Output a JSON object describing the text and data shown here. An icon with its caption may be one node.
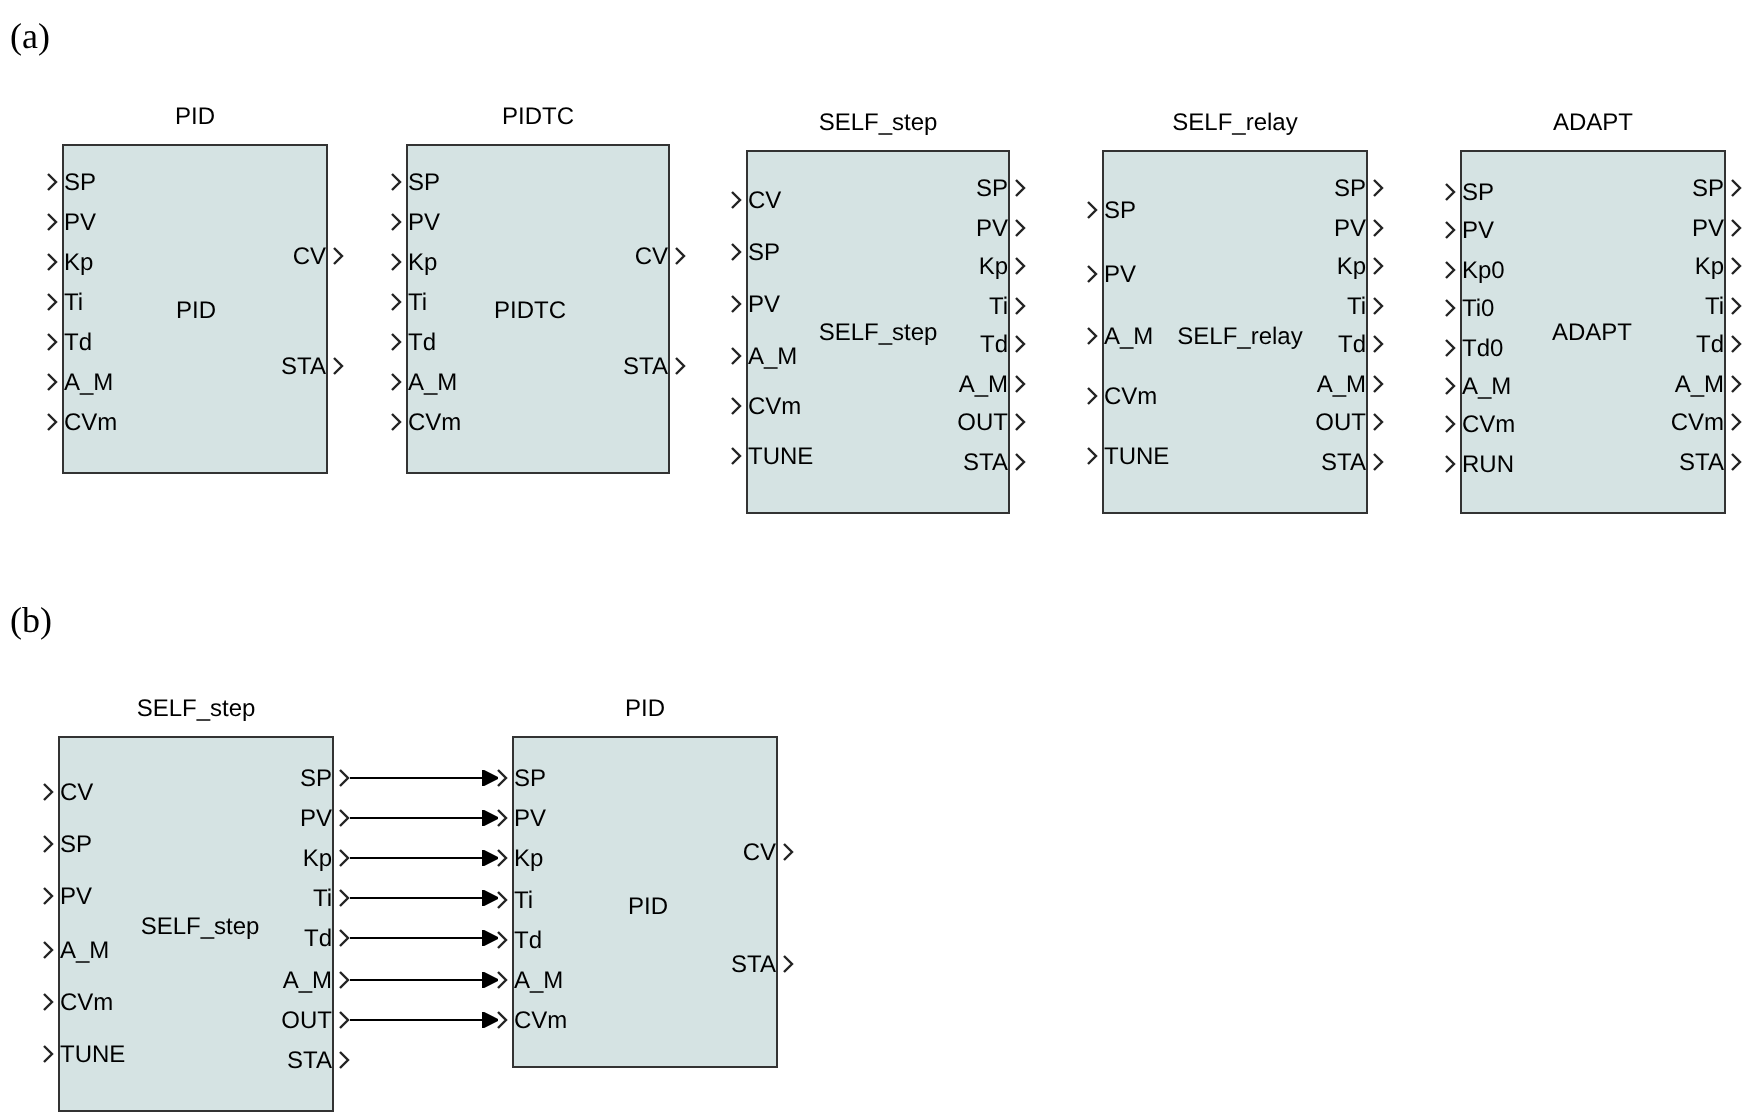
{
  "diagram": {
    "nodes": [
      {
        "text": [
          "PID",
          "PID"
        ]
      },
      {
        "text": [
          "SP"
        ],
        "in": 0
      },
      {
        "text": [
          "PV"
        ],
        "in": 0
      },
      {
        "text": [
          "Kp"
        ],
        "in": 0
      },
      {
        "text": [
          "Ti"
        ],
        "in": 0
      },
      {
        "text": [
          "Td"
        ],
        "in": 0
      },
      {
        "text": [
          "A_M"
        ],
        "in": 0
      },
      {
        "text": [
          "CVm"
        ],
        "in": 0
      },
      {
        "text": [
          "CV"
        ],
        "in": 0
      },
      {
        "text": [
          "STA"
        ],
        "in": 0
      },
      {
        "text": [
          "PIDTC",
          "PIDTC"
        ]
      },
      {
        "text": [
          "SP"
        ],
        "in": 10
      },
      {
        "text": [
          "PV"
        ],
        "in": 10
      },
      {
        "text": [
          "Kp"
        ],
        "in": 10
      },
      {
        "text": [
          "Ti"
        ],
        "in": 10
      },
      {
        "text": [
          "Td"
        ],
        "in": 10
      },
      {
        "text": [
          "A_M"
        ],
        "in": 10
      },
      {
        "text": [
          "CVm"
        ],
        "in": 10
      },
      {
        "text": [
          "CV"
        ],
        "in": 10
      },
      {
        "text": [
          "STA"
        ],
        "in": 10
      },
      {
        "text": [
          "SELF_step",
          "SELF_step"
        ]
      },
      {
        "text": [
          "CV"
        ],
        "in": 20
      },
      {
        "text": [
          "SP"
        ],
        "in": 20
      },
      {
        "text": [
          "PV"
        ],
        "in": 20
      },
      {
        "text": [
          "A_M"
        ],
        "in": 20
      },
      {
        "text": [
          "CVm"
        ],
        "in": 20
      },
      {
        "text": [
          "TUNE"
        ],
        "in": 20
      },
      {
        "text": [
          "SP"
        ],
        "in": 20
      },
      {
        "text": [
          "PV"
        ],
        "in": 20
      },
      {
        "text": [
          "Kp"
        ],
        "in": 20
      },
      {
        "text": [
          "Ti"
        ],
        "in": 20
      },
      {
        "text": [
          "Td"
        ],
        "in": 20
      },
      {
        "text": [
          "A_M"
        ],
        "in": 20
      },
      {
        "text": [
          "OUT"
        ],
        "in": 20
      },
      {
        "text": [
          "STA"
        ],
        "in": 20
      },
      {
        "text": [
          "SELF_relay",
          "SELF_relay"
        ]
      },
      {
        "text": [
          "SP"
        ],
        "in": 35
      },
      {
        "text": [
          "PV"
        ],
        "in": 35
      },
      {
        "text": [
          "A_M"
        ],
        "in": 35
      },
      {
        "text": [
          "CVm"
        ],
        "in": 35
      },
      {
        "text": [
          "TUNE"
        ],
        "in": 35
      },
      {
        "text": [
          "SP"
        ],
        "in": 35
      },
      {
        "text": [
          "PV"
        ],
        "in": 35
      },
      {
        "text": [
          "Kp"
        ],
        "in": 35
      },
      {
        "text": [
          "Ti"
        ],
        "in": 35
      },
      {
        "text": [
          "Td"
        ],
        "in": 35
      },
      {
        "text": [
          "A_M"
        ],
        "in": 35
      },
      {
        "text": [
          "OUT"
        ],
        "in": 35
      },
      {
        "text": [
          "STA"
        ],
        "in": 35
      },
      {
        "text": [
          "ADAPT",
          "ADAPT"
        ]
      },
      {
        "text": [
          "SP"
        ],
        "in": 49
      },
      {
        "text": [
          "PV"
        ],
        "in": 49
      },
      {
        "text": [
          "Kp0"
        ],
        "in": 49
      },
      {
        "text": [
          "Ti0"
        ],
        "in": 49
      },
      {
        "text": [
          "Td0"
        ],
        "in": 49
      },
      {
        "text": [
          "A_M"
        ],
        "in": 49
      },
      {
        "text": [
          "CVm"
        ],
        "in": 49
      },
      {
        "text": [
          "RUN"
        ],
        "in": 49
      },
      {
        "text": [
          "SP"
        ],
        "in": 49
      },
      {
        "text": [
          "PV"
        ],
        "in": 49
      },
      {
        "text": [
          "Kp"
        ],
        "in": 49
      },
      {
        "text": [
          "Ti"
        ],
        "in": 49
      },
      {
        "text": [
          "Td"
        ],
        "in": 49
      },
      {
        "text": [
          "A_M"
        ],
        "in": 49
      },
      {
        "text": [
          "CVm"
        ],
        "in": 49
      },
      {
        "text": [
          "STA"
        ],
        "in": 49
      },
      {
        "text": [
          "SELF_step",
          "SELF_step"
        ]
      },
      {
        "text": [
          "CV"
        ],
        "in": 66
      },
      {
        "text": [
          "SP"
        ],
        "in": 66
      },
      {
        "text": [
          "PV"
        ],
        "in": 66
      },
      {
        "text": [
          "A_M"
        ],
        "in": 66
      },
      {
        "text": [
          "CVm"
        ],
        "in": 66
      },
      {
        "text": [
          "TUNE"
        ],
        "in": 66
      },
      {
        "text": [
          "SP"
        ],
        "in": 66
      },
      {
        "text": [
          "PV"
        ],
        "in": 66
      },
      {
        "text": [
          "Kp"
        ],
        "in": 66
      },
      {
        "text": [
          "Ti"
        ],
        "in": 66
      },
      {
        "text": [
          "Td"
        ],
        "in": 66
      },
      {
        "text": [
          "A_M"
        ],
        "in": 66
      },
      {
        "text": [
          "OUT"
        ],
        "in": 66
      },
      {
        "text": [
          "STA"
        ],
        "in": 66
      },
      {
        "text": [
          "PID",
          "PID"
        ]
      },
      {
        "text": [
          "SP"
        ],
        "in": 81
      },
      {
        "text": [
          "PV"
        ],
        "in": 81
      },
      {
        "text": [
          "Kp"
        ],
        "in": 81
      },
      {
        "text": [
          "Ti"
        ],
        "in": 81
      },
      {
        "text": [
          "Td"
        ],
        "in": 81
      },
      {
        "text": [
          "A_M"
        ],
        "in": 81
      },
      {
        "text": [
          "CVm"
        ],
        "in": 81
      },
      {
        "text": [
          "CV"
        ],
        "in": 81
      },
      {
        "text": [
          "STA"
        ],
        "in": 81
      }
    ],
    "edges": [
      {
        "from": 73,
        "to": 82,
        "arrow": "to"
      },
      {
        "from": 74,
        "to": 83,
        "arrow": "to"
      },
      {
        "from": 75,
        "to": 84,
        "arrow": "to"
      },
      {
        "from": 76,
        "to": 85,
        "arrow": "to"
      },
      {
        "from": 77,
        "to": 86,
        "arrow": "to"
      },
      {
        "from": 78,
        "to": 87,
        "arrow": "to"
      },
      {
        "from": 79,
        "to": 88,
        "arrow": "to"
      }
    ],
    "labels": [
      "(a)",
      "(b)"
    ]
  }
}
